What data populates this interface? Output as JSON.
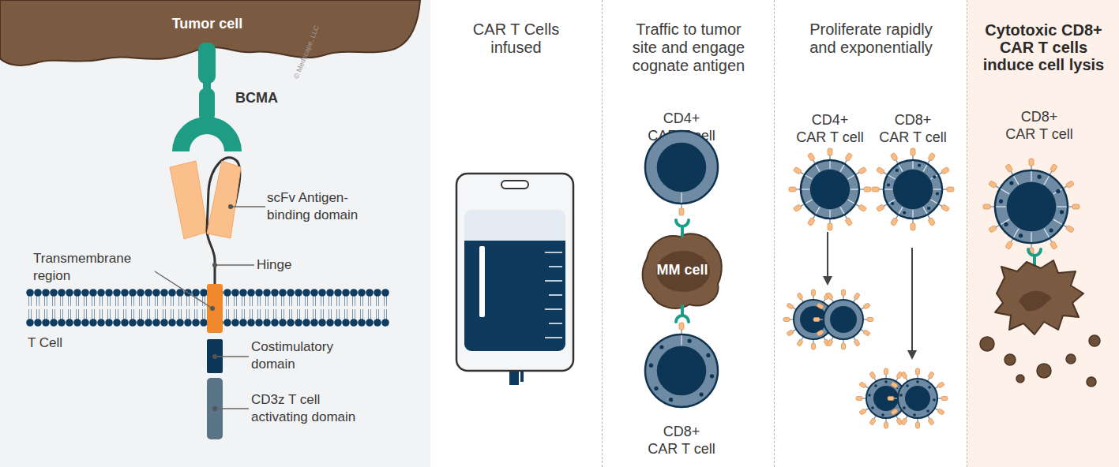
{
  "diagram": {
    "nodes": [
      {
        "text": [
          "Tumor cell"
        ]
      },
      {
        "text": [
          "CAR T Cells infused"
        ]
      },
      {
        "text": [
          "Traffic to tumor site and engage cognate antigen"
        ]
      },
      {
        "text": [
          "CD4+ CAR T cell"
        ],
        "in": 2
      },
      {
        "text": [
          "MM cell"
        ],
        "in": 2
      },
      {
        "text": [
          "CD8+ CAR T cell"
        ],
        "in": 2
      },
      {
        "text": [
          "Proliferate rapidly and exponentially"
        ]
      },
      {
        "text": [
          "CD4+ CAR T cell"
        ],
        "in": 6
      },
      {
        "text": [
          "CD8+ CAR T cell"
        ],
        "in": 6
      },
      {
        "text": [
          "Cytotoxic CD8+ CAR T cells induce cell lysis"
        ]
      },
      {
        "text": [
          "CD8+ CAR T cell"
        ],
        "in": 9
      }
    ],
    "labels": [
      "© Medscape, LLC",
      "BCMA",
      "scFv Antigen-binding domain",
      "Hinge",
      "Transmembrane region",
      "T Cell",
      "Costimulatory domain",
      "CD3z T cell activating domain"
    ]
  }
}
